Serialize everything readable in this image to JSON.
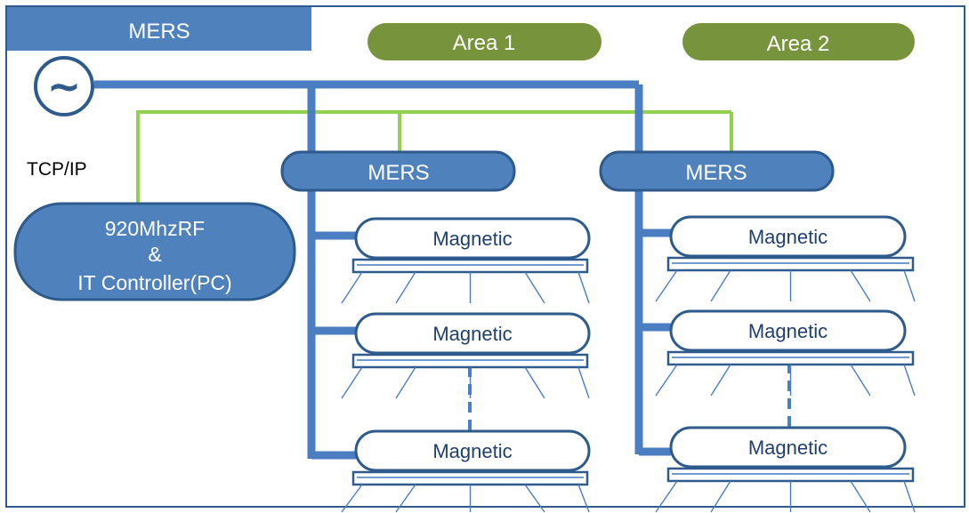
{
  "header": {
    "title": "MERS"
  },
  "areas": [
    {
      "label": "Area 1",
      "controller": "MERS",
      "units": [
        "Magnetic",
        "Magnetic",
        "Magnetic"
      ]
    },
    {
      "label": "Area 2",
      "controller": "MERS",
      "units": [
        "Magnetic",
        "Magnetic",
        "Magnetic"
      ]
    }
  ],
  "network": {
    "protocol": "TCP/IP"
  },
  "controller": {
    "line1": "920MhzRF",
    "line2": "&",
    "line3": "IT Controller(PC)"
  },
  "power_source": {
    "symbol": "~",
    "icon": "ac-source-icon"
  },
  "colors": {
    "power_bus": "#4a7ec0",
    "box_fill": "#4f81bd",
    "box_stroke": "#2e5a8c",
    "area_fill": "#77933c",
    "network_line": "#92d050",
    "frame": "#2e5a8c"
  }
}
